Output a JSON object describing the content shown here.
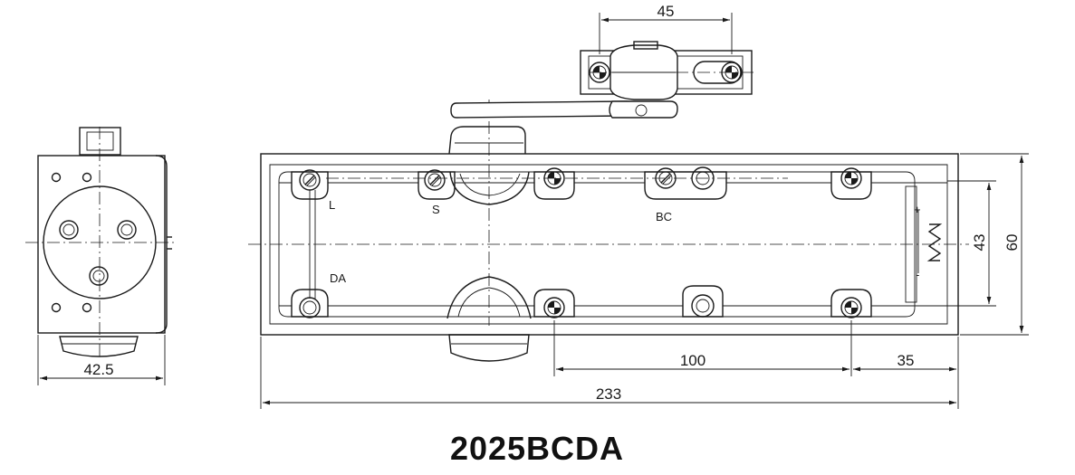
{
  "model": "2025BCDA",
  "dimensions": {
    "side_width": "42.5",
    "arm_bracket_width": "45",
    "overall_length": "233",
    "hole_spacing": "100",
    "end_offset": "35",
    "inner_height": "43",
    "overall_height": "60"
  },
  "valve_labels": {
    "latch": "L",
    "speed": "S",
    "backcheck": "BC",
    "delayed_action": "DA"
  },
  "spring_adjust": {
    "plus": "+",
    "minus": "-"
  }
}
